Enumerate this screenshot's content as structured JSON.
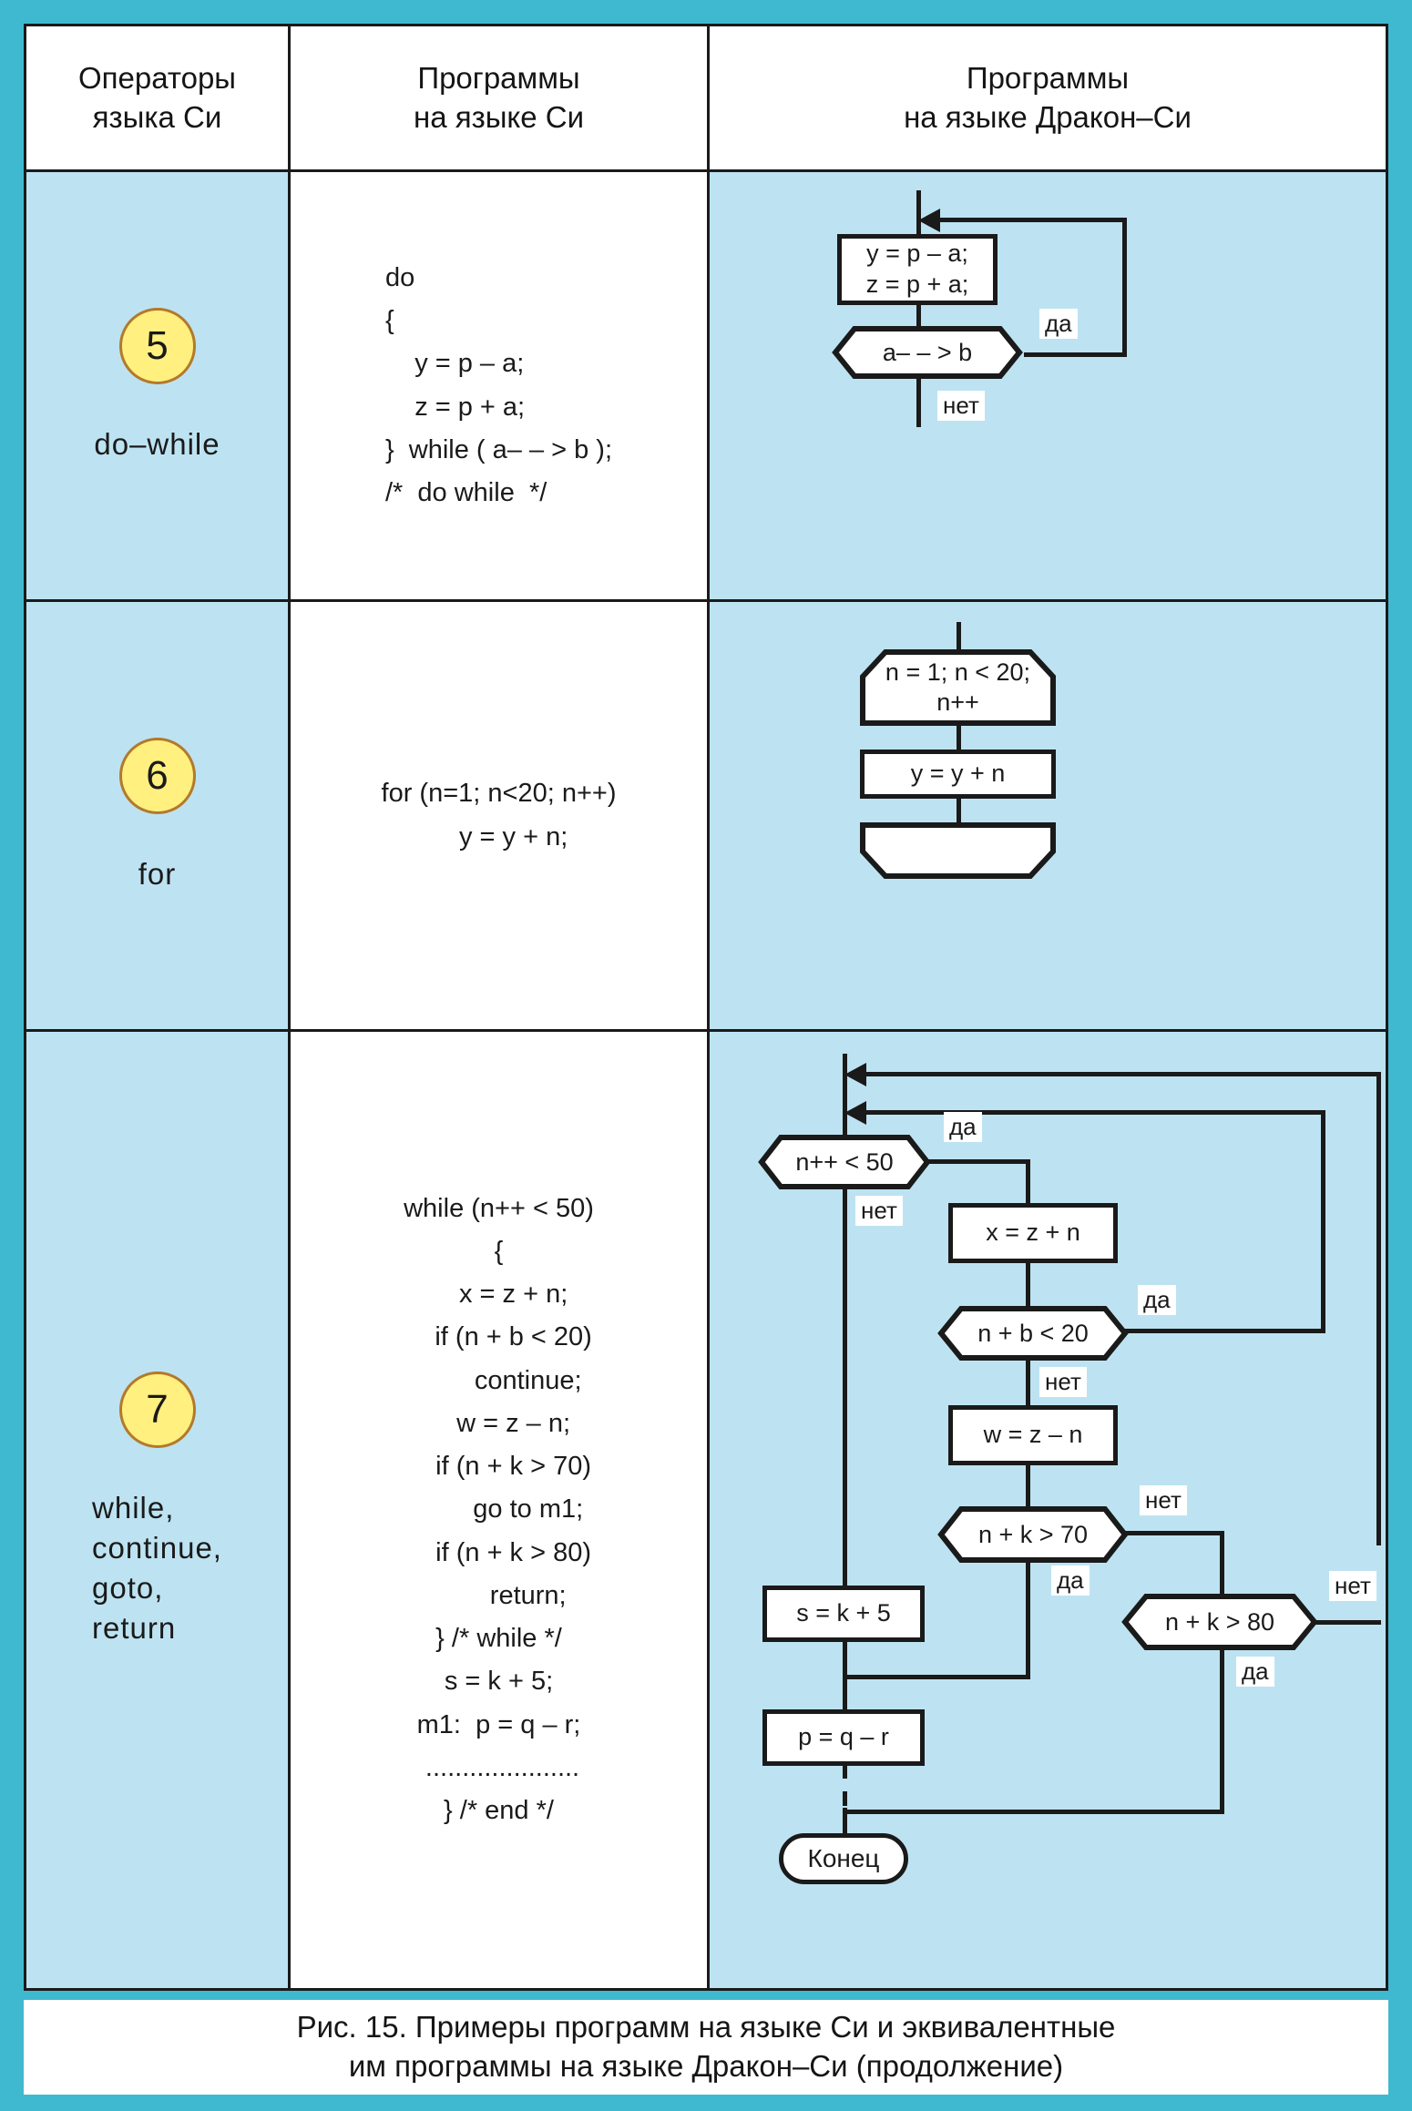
{
  "header": {
    "col1": "Операторы\nязыка Си",
    "col2": "Программы\nна языке Си",
    "col3": "Программы\nна языке Дракон–Си"
  },
  "rows": [
    {
      "number": "5",
      "operator": "do–while",
      "code": "do\n{\n    y = p – a;\n    z = p + a;\n}  while ( a– – > b );\n/*  do while  */",
      "flowchart": {
        "nodes": [
          {
            "id": "action1",
            "kind": "box",
            "text": "y = p – a;\nz = p + a;"
          },
          {
            "id": "cond1",
            "kind": "hexagon",
            "text": "a– – > b"
          }
        ],
        "edge_labels": [
          "да",
          "нет"
        ]
      }
    },
    {
      "number": "6",
      "operator": "for",
      "code": "for (n=1; n<20; n++)\n    y = y + n;",
      "flowchart": {
        "nodes": [
          {
            "id": "loopstart",
            "kind": "loop-start",
            "text": "n = 1; n < 20;\nn++"
          },
          {
            "id": "action1",
            "kind": "box",
            "text": "y = y + n"
          },
          {
            "id": "loopend",
            "kind": "loop-end",
            "text": ""
          }
        ],
        "edge_labels": []
      }
    },
    {
      "number": "7",
      "operator": "while,\ncontinue,\ngoto,\nreturn",
      "code": "while (n++ < 50)\n{\n    x = z + n;\n    if (n + b < 20)\n        continue;\n    w = z – n;\n    if (n + k > 70)\n        go to m1;\n    if (n + k > 80)\n        return;\n} /* while */\ns = k + 5;\nm1:  p = q – r;\n .....................\n} /* end */",
      "flowchart": {
        "nodes": [
          {
            "id": "cond-n50",
            "kind": "hexagon",
            "text": "n++ < 50"
          },
          {
            "id": "act-x",
            "kind": "box",
            "text": "x = z + n"
          },
          {
            "id": "cond-b20",
            "kind": "hexagon",
            "text": "n + b < 20"
          },
          {
            "id": "act-w",
            "kind": "box",
            "text": "w = z – n"
          },
          {
            "id": "cond-k70",
            "kind": "hexagon",
            "text": "n + k > 70"
          },
          {
            "id": "cond-k80",
            "kind": "hexagon",
            "text": "n + k > 80"
          },
          {
            "id": "act-s",
            "kind": "box",
            "text": "s = k + 5"
          },
          {
            "id": "act-p",
            "kind": "box",
            "text": "p = q – r"
          },
          {
            "id": "end",
            "kind": "oval",
            "text": "Конец"
          }
        ],
        "edge_labels": {
          "n50_yes": "да",
          "n50_no": "нет",
          "b20_yes": "да",
          "b20_no": "нет",
          "k70_no": "нет",
          "k70_yes": "да",
          "k80_no": "нет",
          "k80_yes": "да"
        }
      }
    }
  ],
  "caption": "Рис. 15. Примеры программ на языке Си и эквивалентные\nим программы на языке Дракон–Си (продолжение)",
  "colors": {
    "frame": "#3fb9cf",
    "cell_fill": "#bde3f2",
    "circle_fill": "#fff07f",
    "circle_border": "#b3792b",
    "ink": "#1a1a1a"
  }
}
